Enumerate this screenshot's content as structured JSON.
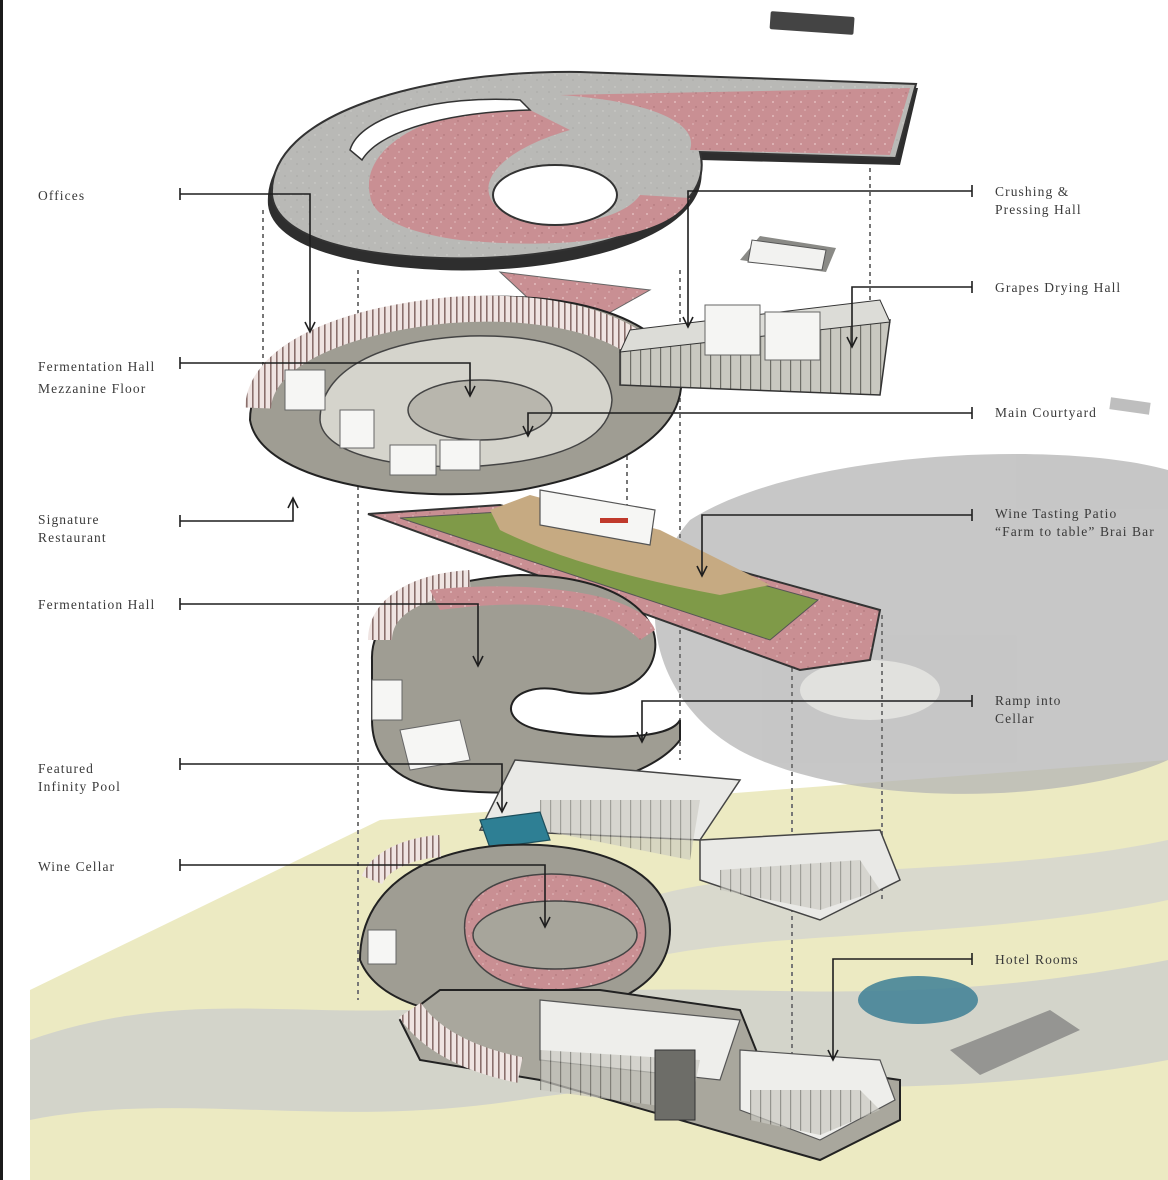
{
  "labels": {
    "offices": [
      "Offices"
    ],
    "crushing": [
      "Crushing &",
      "Pressing Hall"
    ],
    "grapes_drying": [
      "Grapes Drying Hall"
    ],
    "fermentation_mezz": [
      "Fermentation Hall",
      "Mezzanine Floor"
    ],
    "main_courtyard": [
      "Main Courtyard"
    ],
    "signature_restaurant": [
      "Signature",
      "Restaurant"
    ],
    "wine_tasting": [
      "Wine Tasting Patio",
      "“Farm to table” Brai Bar"
    ],
    "fermentation_hall": [
      "Fermentation Hall"
    ],
    "ramp": [
      "Ramp into",
      "Cellar"
    ],
    "infinity_pool": [
      "Featured",
      "Infinity Pool"
    ],
    "wine_cellar": [
      "Wine Cellar"
    ],
    "hotel_rooms": [
      "Hotel Rooms"
    ]
  },
  "colors": {
    "roof_grey": "#b9b9b6",
    "pink_floor": "#c98f93",
    "concrete": "#a9a79d",
    "lawn": "#7f9a48",
    "sand": "#c6aa82",
    "pool": "#2e7f94",
    "site_yellow": "#e6e3ad",
    "shadow": "#bdbdbd",
    "leader": "#1e1e1e"
  }
}
